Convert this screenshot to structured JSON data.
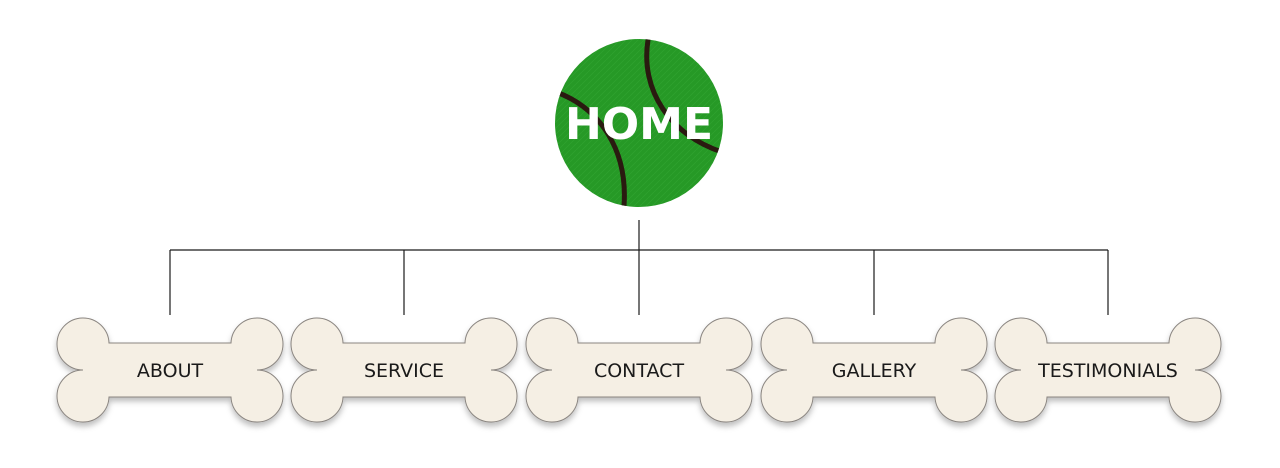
{
  "home": {
    "label": "HOME",
    "ball_color": "#269926",
    "seam_color": "#2a1a10",
    "icon": "tennis-ball-icon"
  },
  "nav_items": [
    {
      "label": "ABOUT"
    },
    {
      "label": "SERVICE"
    },
    {
      "label": "CONTACT"
    },
    {
      "label": "GALLERY"
    },
    {
      "label": "TESTIMONIALS"
    }
  ],
  "colors": {
    "bone_fill": "#f5efe4",
    "bone_stroke": "#8a8580",
    "connector": "#1a1a1a"
  },
  "icons": {
    "nav_shape": "dog-bone-icon"
  }
}
